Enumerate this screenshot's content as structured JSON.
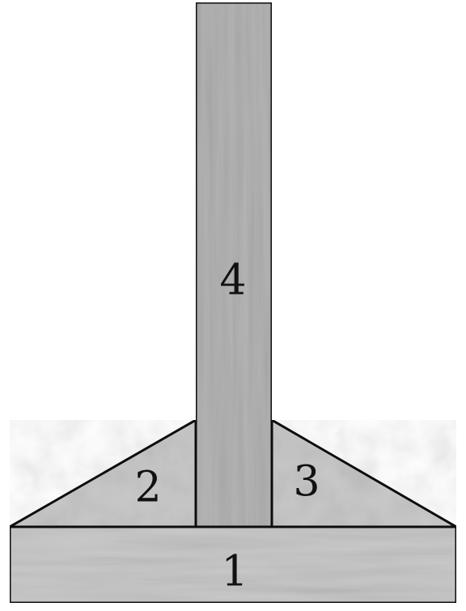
{
  "parts": [
    {
      "id": "1",
      "label": "1",
      "shape": "base-slab"
    },
    {
      "id": "2",
      "label": "2",
      "shape": "left-gusset"
    },
    {
      "id": "3",
      "label": "3",
      "shape": "right-gusset"
    },
    {
      "id": "4",
      "label": "4",
      "shape": "vertical-post"
    }
  ],
  "colors": {
    "fill_light": "#c9c9c9",
    "fill_mid": "#b4b4b4",
    "fill_dark": "#a9a9a9",
    "outline": "#0d0d0d",
    "background": "#ffffff"
  }
}
